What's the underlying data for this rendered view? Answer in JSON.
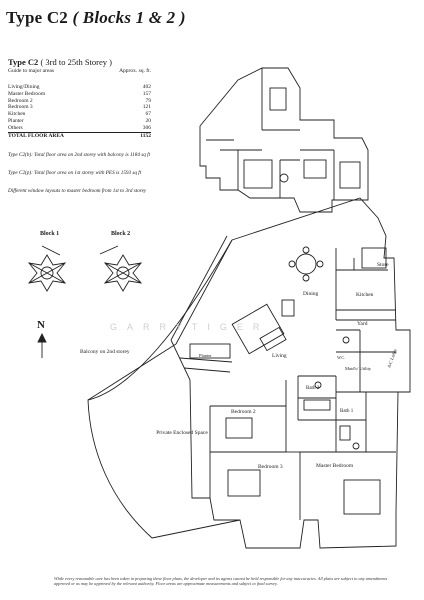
{
  "title": {
    "main": "Type C2",
    "blocks": "( Blocks 1 & 2 )"
  },
  "subhead": {
    "type": "Type C2",
    "storey": "( 3rd to 25th Storey )"
  },
  "guide": {
    "left": "Guide to major areas",
    "right": "Approx. sq. ft."
  },
  "areas": [
    {
      "name": "Living/Dining",
      "value": "402"
    },
    {
      "name": "Master Bedroom",
      "value": "157"
    },
    {
      "name": "Bedroom 2",
      "value": "79"
    },
    {
      "name": "Bedroom 3",
      "value": "121"
    },
    {
      "name": "Kitchen",
      "value": "67"
    },
    {
      "name": "Planter",
      "value": "20"
    },
    {
      "name": "Others",
      "value": "306"
    }
  ],
  "total": {
    "name": "TOTAL FLOOR AREA",
    "value": "1152"
  },
  "notes": [
    "Type C2(b): Total floor area on 2nd storey with balcony is 1184 sq ft",
    "Type C2(p): Total floor area on 1st storey with PES is 1593 sq ft",
    "Different window layouts to master bedroom from 1st to 3rd storey"
  ],
  "site": {
    "block1": "Block 1",
    "block2": "Block 2",
    "north": "N"
  },
  "rooms": {
    "store": "Store",
    "dining": "Dining",
    "kitchen": "Kitchen",
    "yard": "Yard",
    "living": "Living",
    "wc": "W.C.",
    "utility": "Maid's/ Utility",
    "ac": "A/C Ledge",
    "bath2": "Bath 2",
    "bedroom2": "Bedroom 2",
    "bath1": "Bath 1",
    "bedroom3": "Bedroom 3",
    "master": "Master Bedroom",
    "pes": "Private Enclosed Space",
    "planter": "Planter",
    "balcony": "Balcony on 2nd storey"
  },
  "watermark": "GARRYTIGER",
  "disclaimer": "While every reasonable care has been taken in preparing these floor plans, the developer and its agents cannot be held responsible for any inaccuracies. All plans are subject to any amendments approved or as may be approved by the relevant authority. Floor areas are approximate measurements and subject to final survey."
}
